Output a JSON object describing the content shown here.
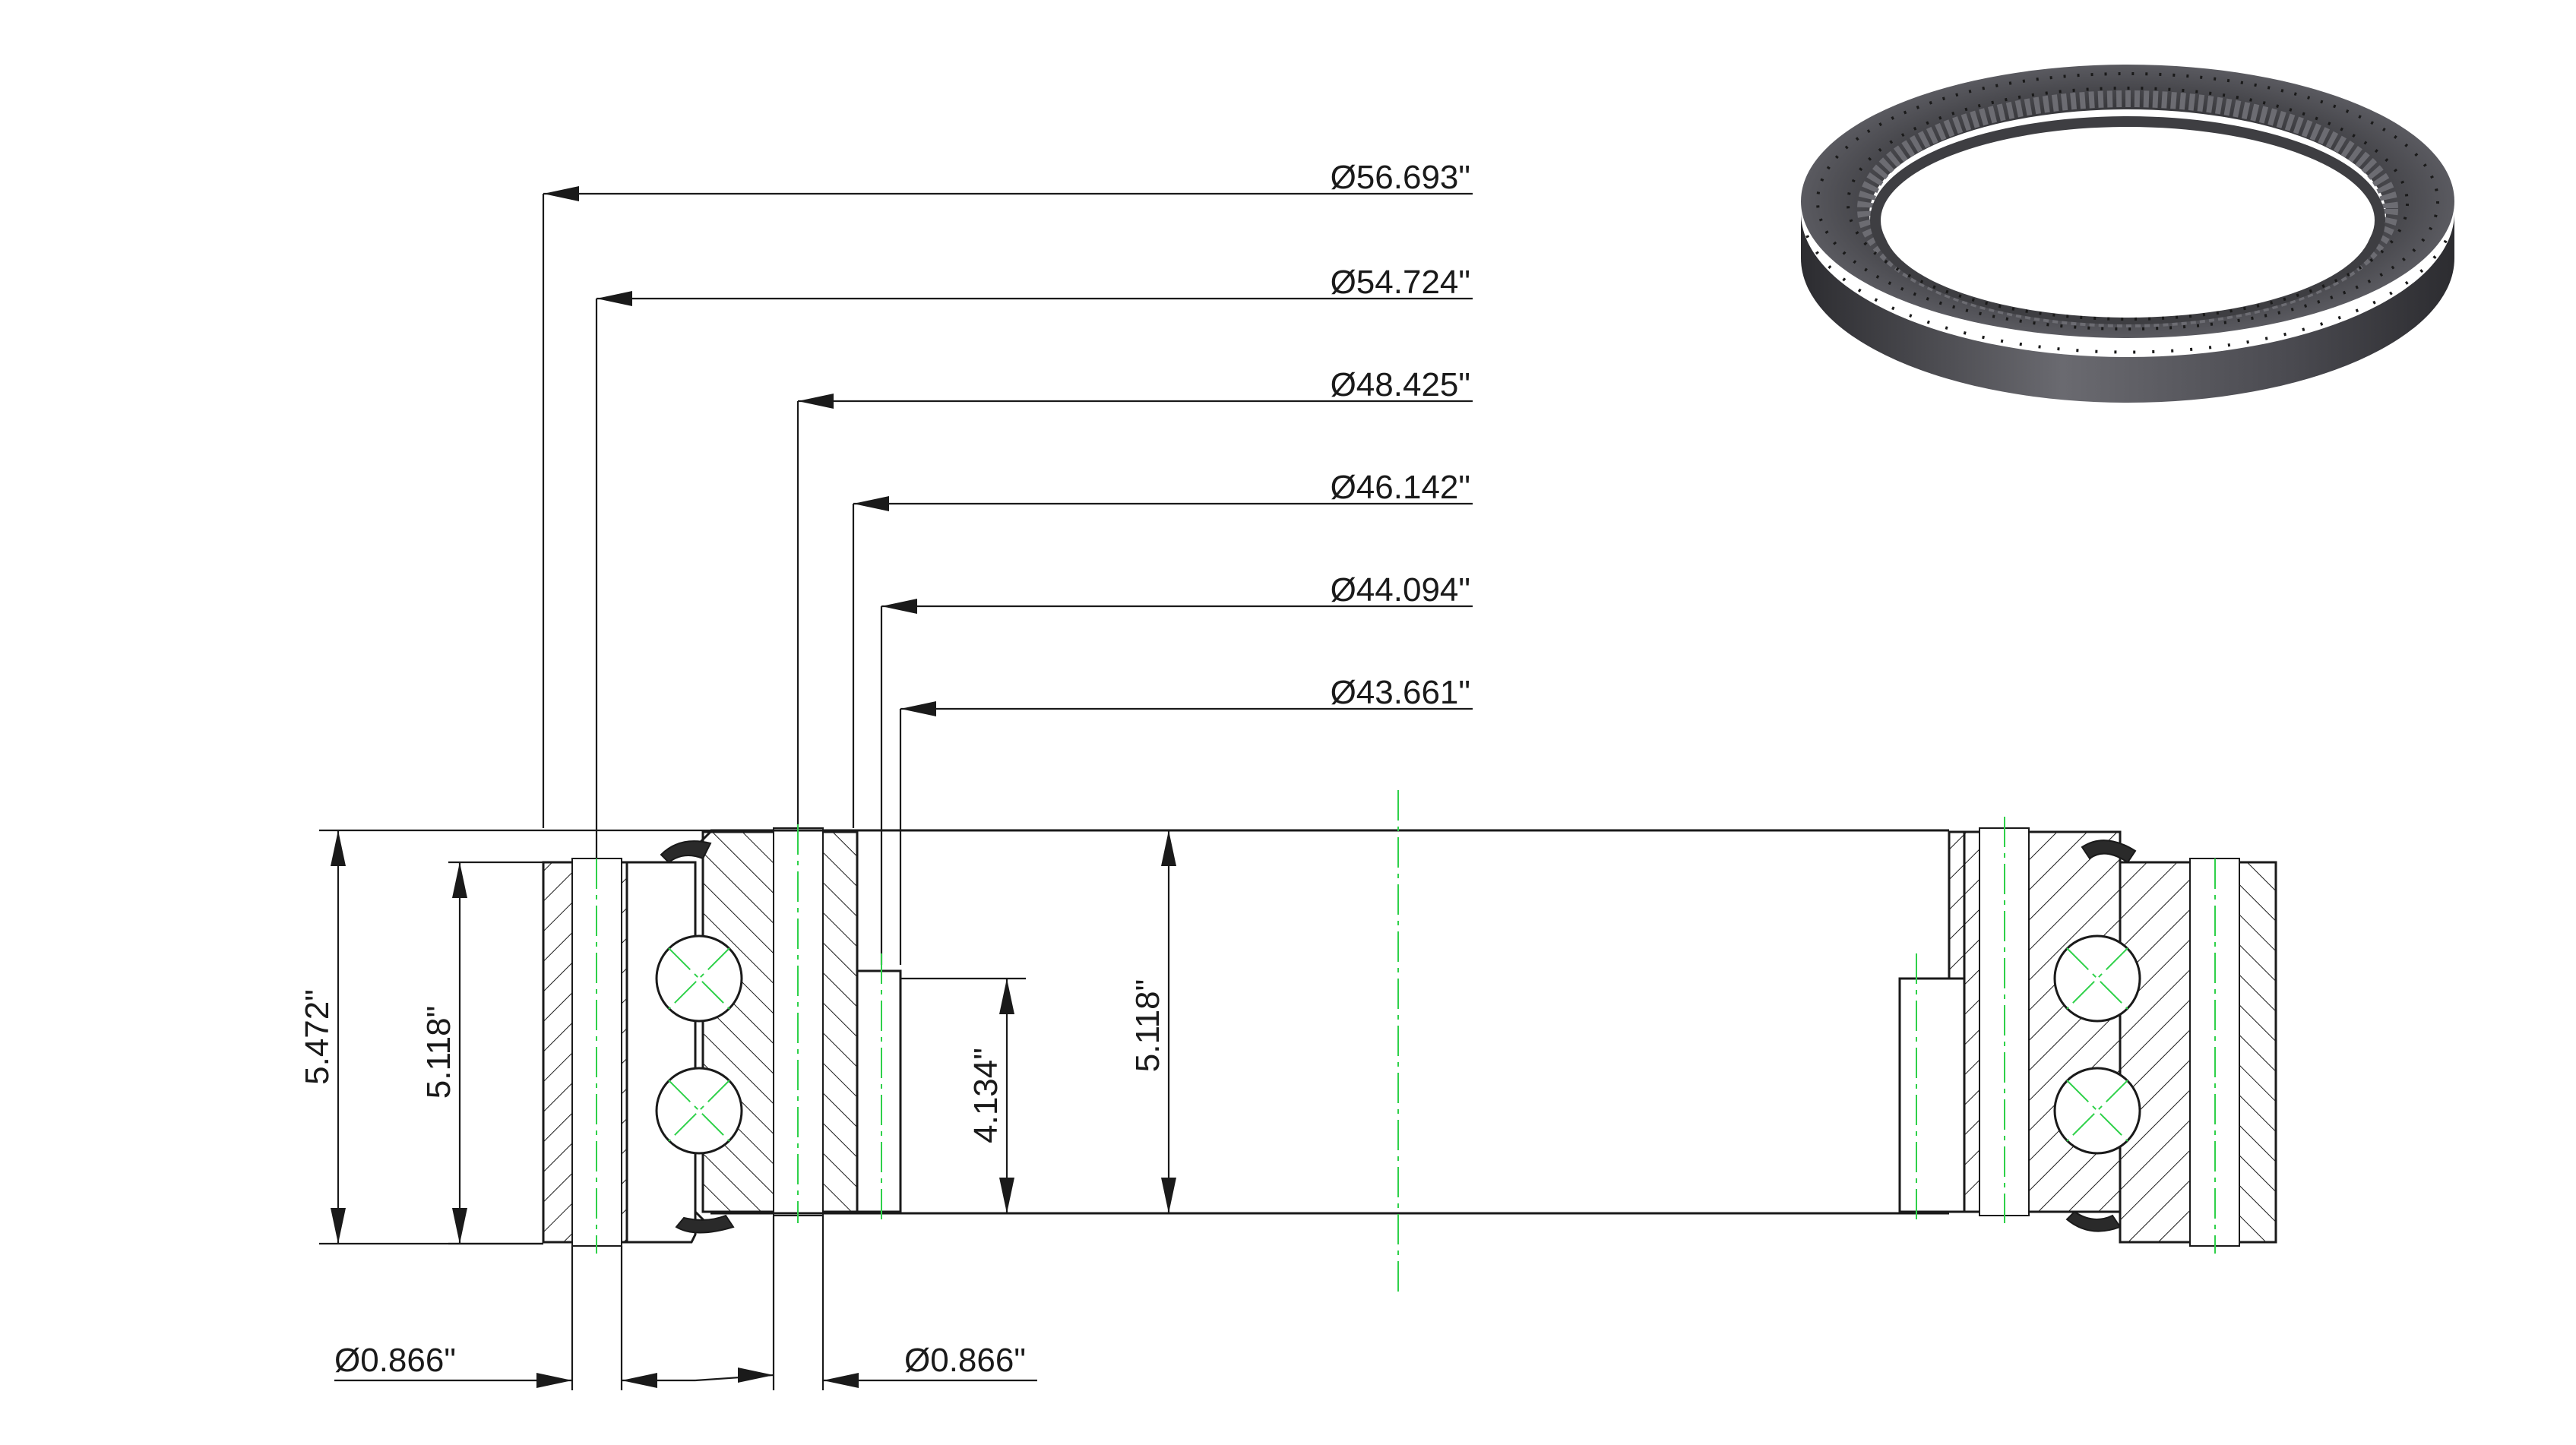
{
  "drawing": {
    "diameters": [
      "Ø56.693\"",
      "Ø54.724\"",
      "Ø48.425\"",
      "Ø46.142\"",
      "Ø44.094\"",
      "Ø43.661\""
    ],
    "heights": {
      "overall": "5.472\"",
      "outer_ring": "5.118\"",
      "inner_ring": "5.118\"",
      "gear_face": "4.134\""
    },
    "holes": {
      "outer": "Ø0.866\"",
      "inner": "Ø0.866\""
    },
    "colors": {
      "line": "#1a1a1a",
      "centerline": "#2fd14a",
      "ring_body": "#4a4a4e"
    },
    "icons": [
      "slewing-ring-3d-render"
    ]
  }
}
